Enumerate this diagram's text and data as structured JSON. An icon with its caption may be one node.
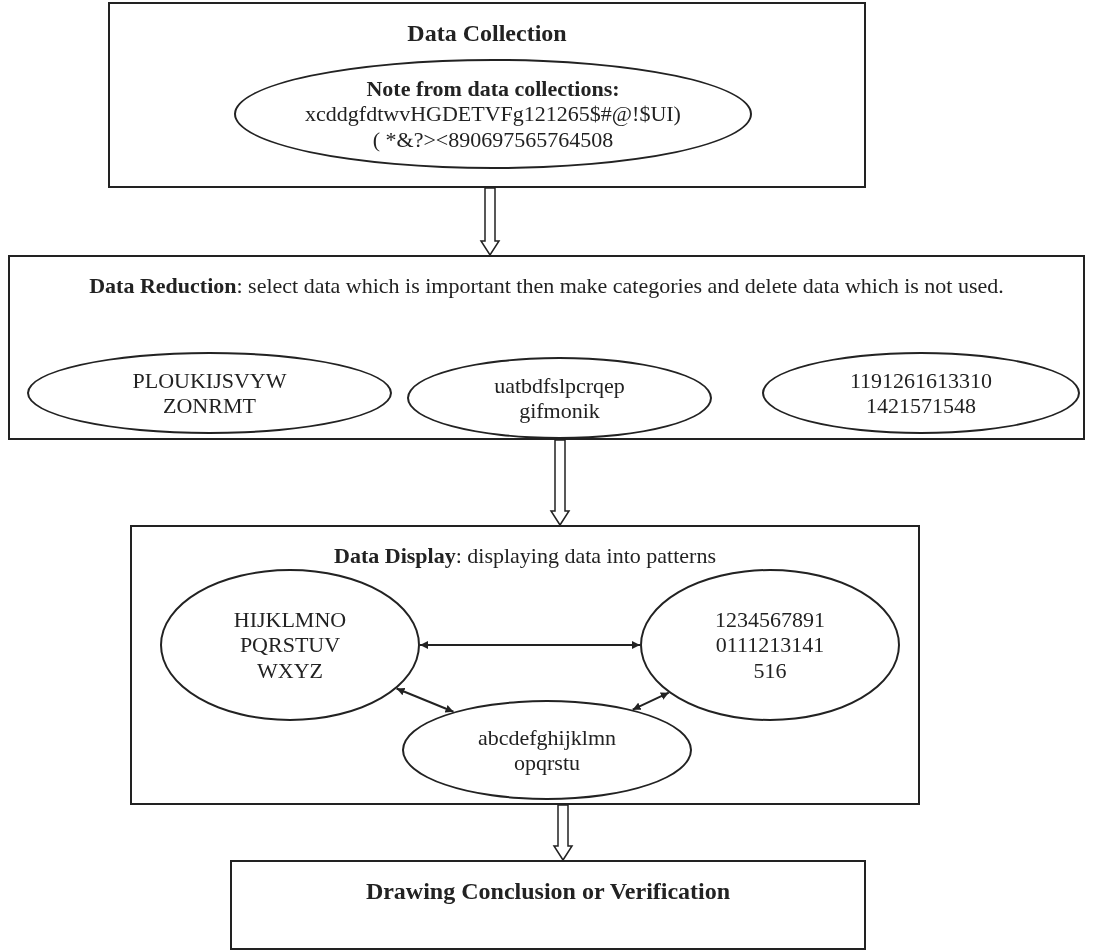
{
  "diagram": {
    "nodes": [
      {
        "text": [
          "Data Collection"
        ]
      },
      {
        "text": [
          "Note from data collections:",
          "xcddgfdtwvHGDETVFg121265$#@!$UI)( *&?><890697565764508"
        ],
        "in": 0
      },
      {
        "text": [
          "**Data Reduction**: select data which is important then make categories and delete data which is not used."
        ]
      },
      {
        "text": [
          "PLOUKIJSVYW ZONRMT"
        ],
        "in": 2
      },
      {
        "text": [
          "uatbdfslpcrqep gifmonik"
        ],
        "in": 2
      },
      {
        "text": [
          "1191261613310 1421571548"
        ],
        "in": 2
      },
      {
        "text": [
          "**Data Display**: displaying data into patterns"
        ]
      },
      {
        "text": [
          "HIJKLMNO PQRSTUV WXYZ"
        ],
        "in": 6
      },
      {
        "text": [
          "1234567891 0111213141 516"
        ],
        "in": 6
      },
      {
        "text": [
          "abcdefghijklmn opqrstu"
        ],
        "in": 6
      },
      {
        "text": [
          "Drawing Conclusion or Verification"
        ]
      }
    ],
    "edges": [
      {
        "from": 0,
        "to": 2,
        "arrow": "to"
      },
      {
        "from": 2,
        "to": 6,
        "arrow": "to"
      },
      {
        "from": 6,
        "to": 10,
        "arrow": "to"
      },
      {
        "from": 7,
        "to": 8,
        "arrow": "both"
      },
      {
        "from": 7,
        "to": 9,
        "arrow": "both"
      },
      {
        "from": 8,
        "to": 9,
        "arrow": "both"
      }
    ]
  }
}
